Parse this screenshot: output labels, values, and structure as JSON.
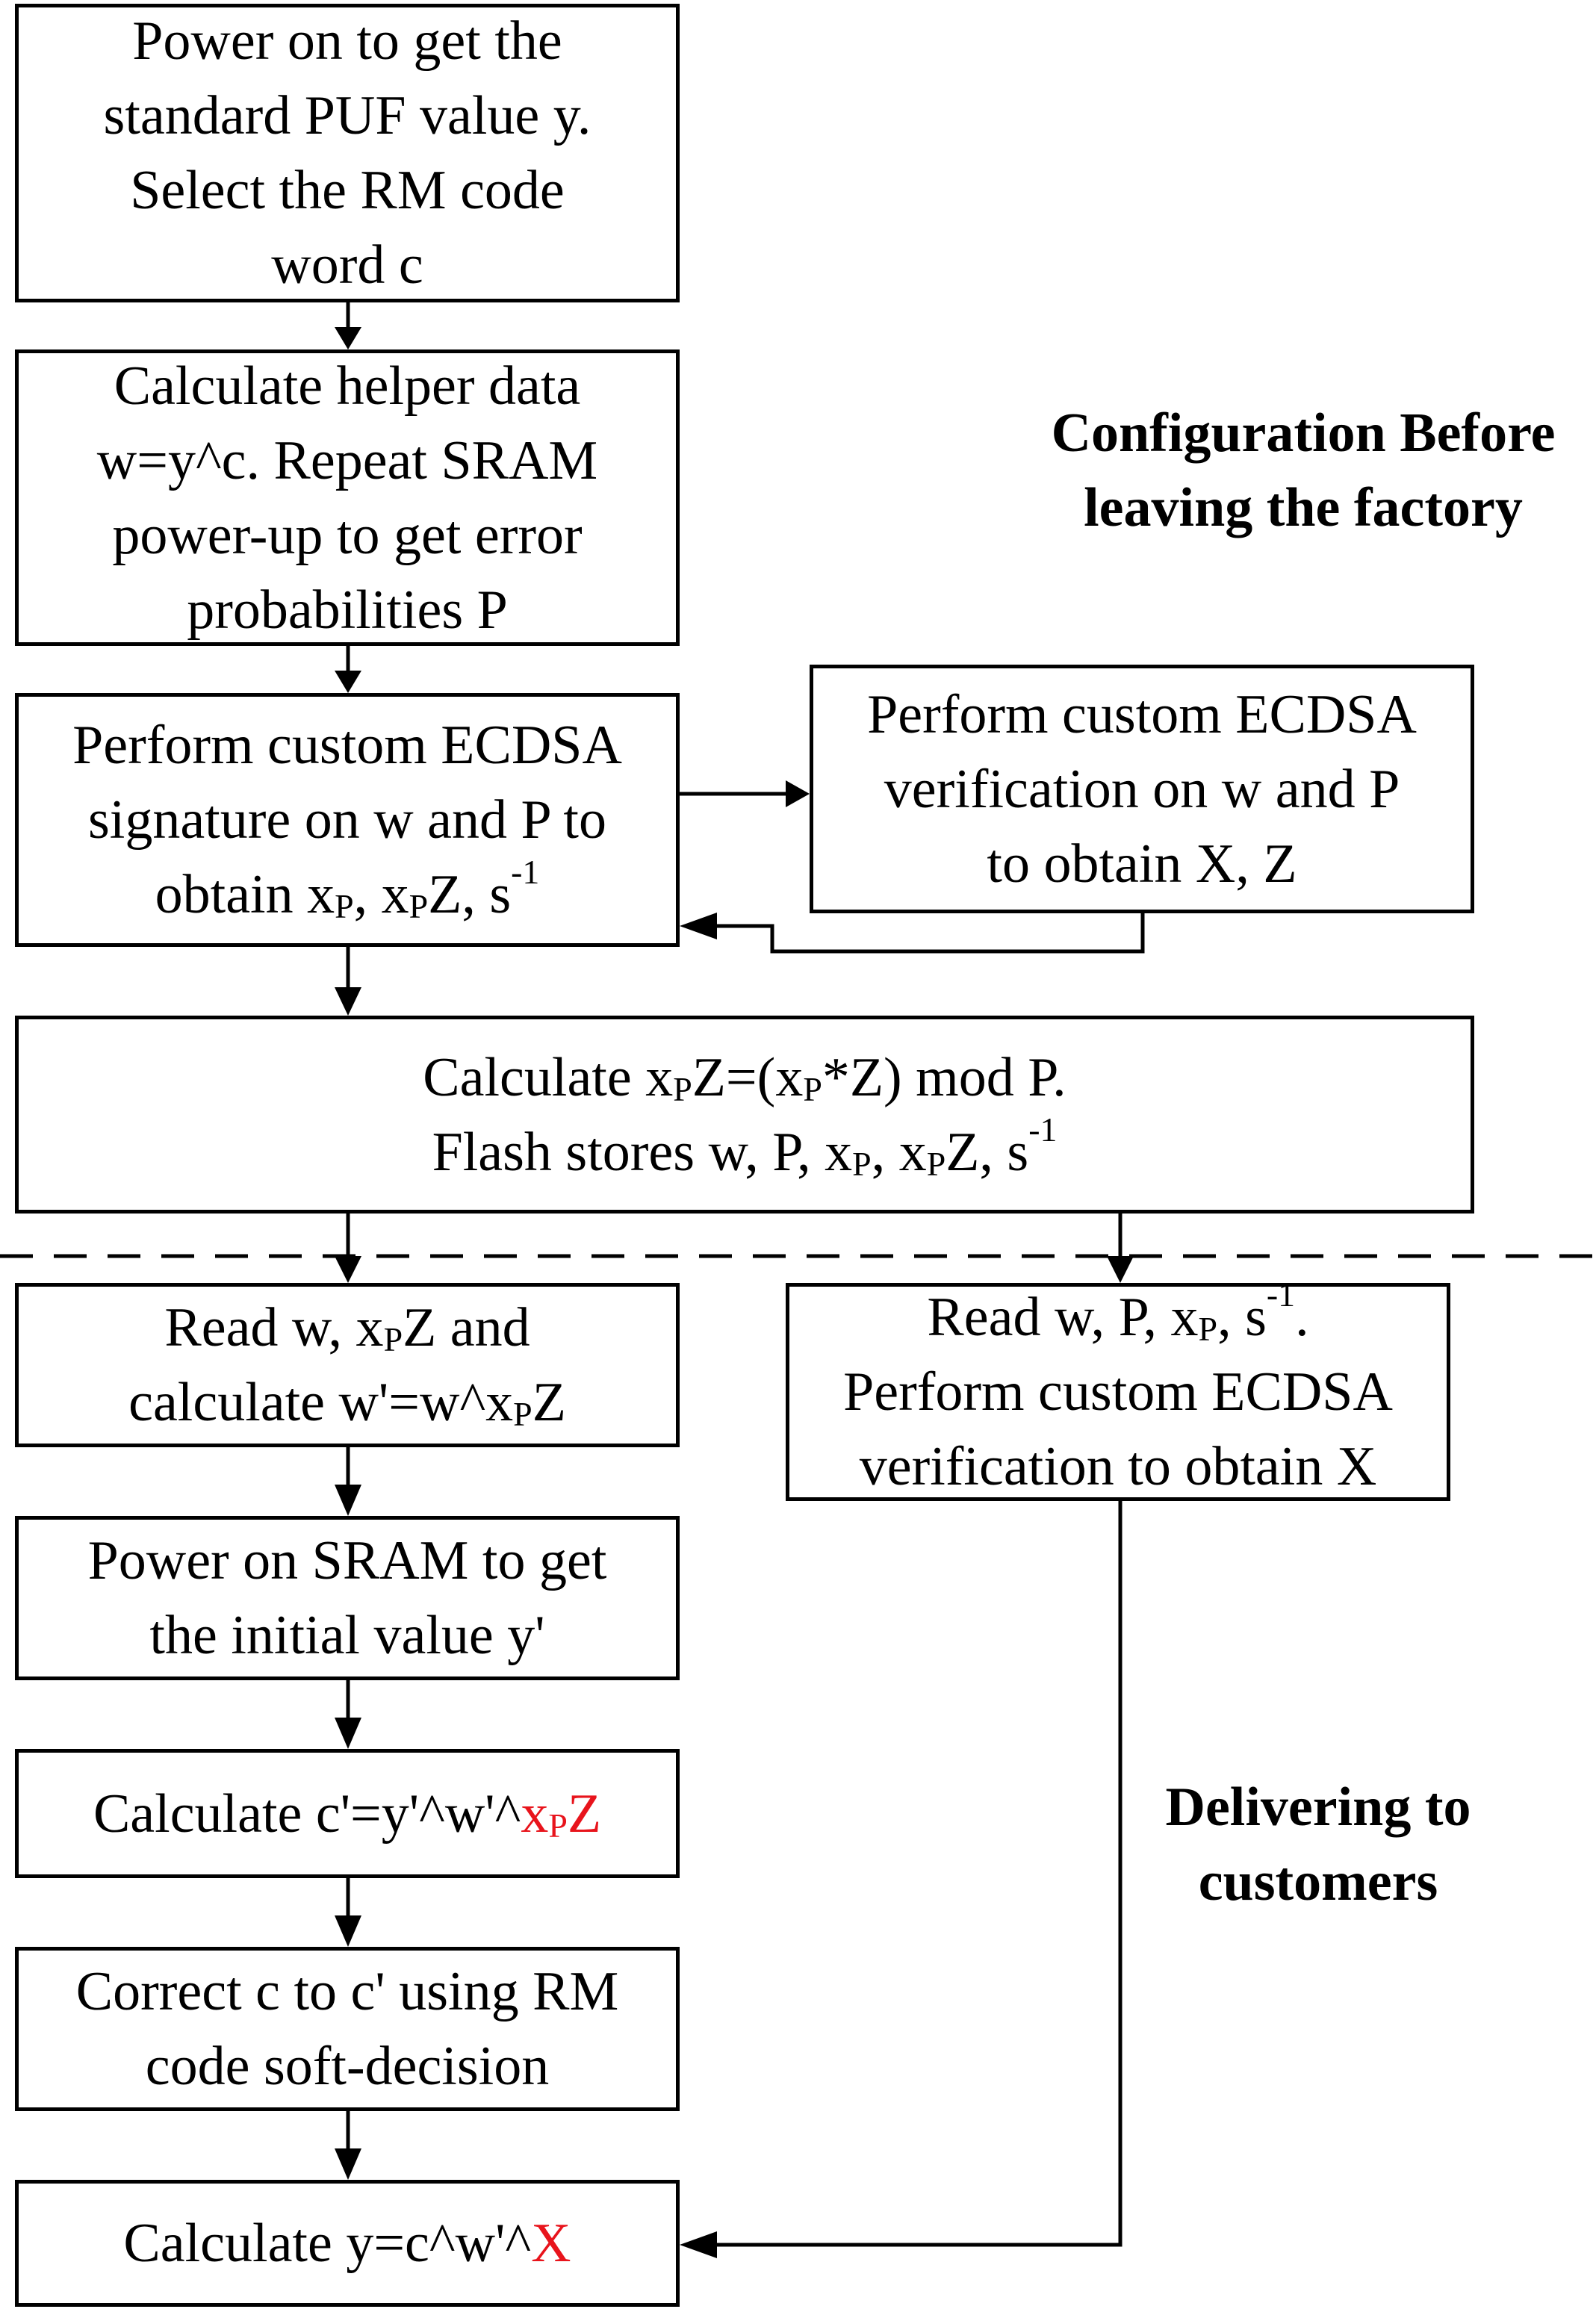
{
  "section_labels": {
    "factory": [
      "Configuration Before",
      "leaving the factory"
    ],
    "delivery": [
      "Delivering to",
      "customers"
    ]
  },
  "boxes": {
    "b1": [
      "Power on to get the",
      "standard PUF value y.",
      "Select the RM code",
      "word c"
    ],
    "b2": [
      "Calculate helper data",
      "w=y^c. Repeat SRAM",
      "power-up to get error",
      "probabilities P"
    ],
    "b3": {
      "l1": "Perform custom ECDSA",
      "l2": "signature on w and P to",
      "l3": {
        "a": "obtain x",
        "b": "P",
        "c": ", x",
        "d": "P",
        "e": "Z, s",
        "f": "-1"
      }
    },
    "b4": [
      "Perform custom ECDSA",
      "verification on w and P",
      "to obtain X, Z"
    ],
    "b5": {
      "l1": {
        "a": "Calculate x",
        "b": "P",
        "c": "Z=(x",
        "d": "P",
        "e": "*Z) mod P."
      },
      "l2": {
        "a": "Flash stores w, P, x",
        "b": "P",
        "c": ", x",
        "d": "P",
        "e": "Z, s",
        "f": "-1"
      }
    },
    "b6": {
      "l1": {
        "a": "Read w, x",
        "b": "P",
        "c": "Z and"
      },
      "l2": {
        "a": "calculate w'=w^x",
        "b": "P",
        "c": "Z"
      }
    },
    "b7": {
      "l1": {
        "a": "Read w, P, x",
        "b": "P",
        "c": ", s",
        "d": "-1",
        "e": "."
      },
      "l2": "Perform custom ECDSA",
      "l3": "verification to obtain X"
    },
    "b8": [
      "Power on SRAM to get",
      "the initial value y'"
    ],
    "b9": {
      "a": "Calculate c'=y'^w'^",
      "b": "x",
      "c": "P",
      "d": "Z"
    },
    "b10": [
      "Correct c to c' using RM",
      "code soft-decision"
    ],
    "b11": {
      "a": "Calculate y=c^w'^",
      "b": "X"
    }
  },
  "colors": {
    "highlight": "#e8141c",
    "stroke": "#000000"
  }
}
